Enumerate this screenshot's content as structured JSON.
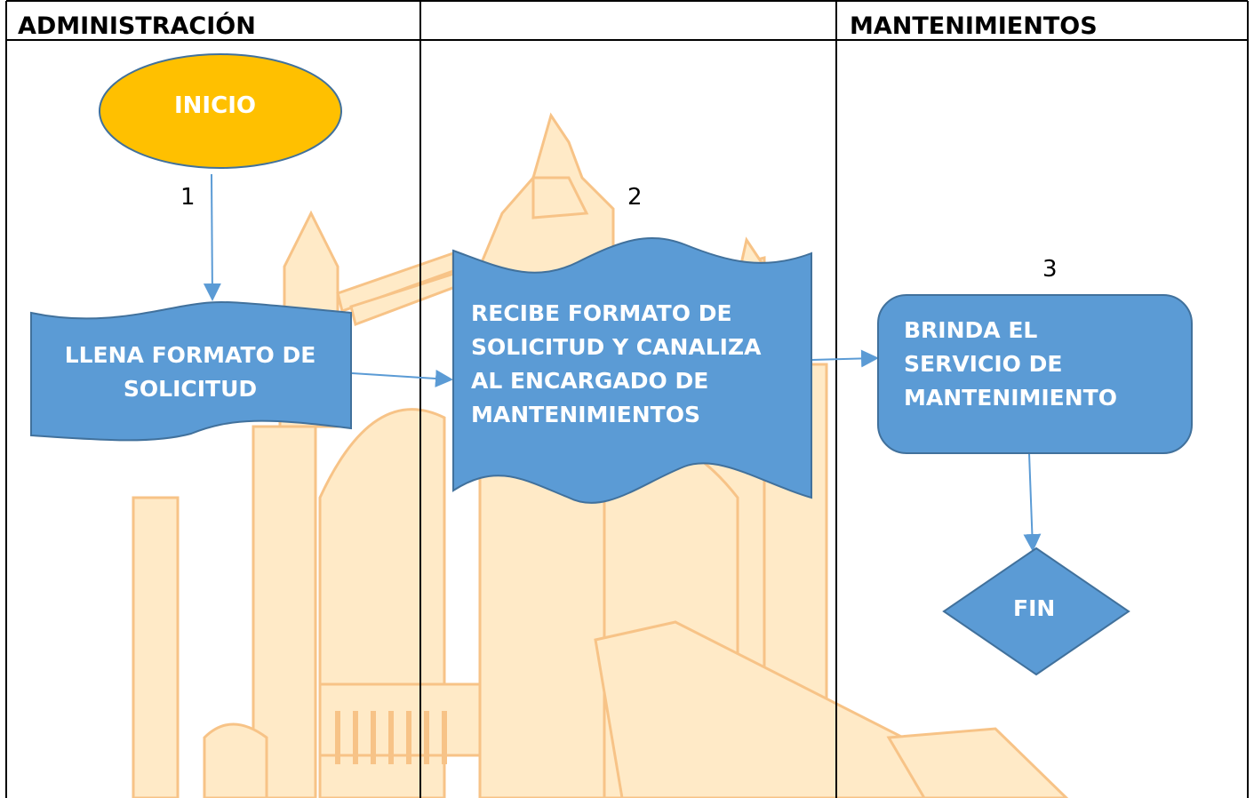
{
  "lanes": [
    {
      "title": "ADMINISTRACIÓN"
    },
    {
      "title": ""
    },
    {
      "title": "MANTENIMIENTOS"
    }
  ],
  "flow": {
    "start_label": "INICIO",
    "end_label": "FIN",
    "steps": [
      {
        "number": "1",
        "text": "LLENA FORMATO DE\nSOLICITUD"
      },
      {
        "number": "2",
        "text": "RECIBE FORMATO DE\nSOLICITUD Y CANALIZA\nAL ENCARGADO DE\nMANTENIMIENTOS"
      },
      {
        "number": "3",
        "text": "BRINDA EL\nSERVICIO DE\nMANTENIMIENTO"
      }
    ]
  },
  "colors": {
    "start_fill": "#FFC000",
    "shape_fill": "#5B9BD5",
    "shape_stroke": "#41719C",
    "arrow": "#5B9BD5",
    "watermark": "#FFD9A0",
    "watermark_accent": "#F5A04A"
  }
}
